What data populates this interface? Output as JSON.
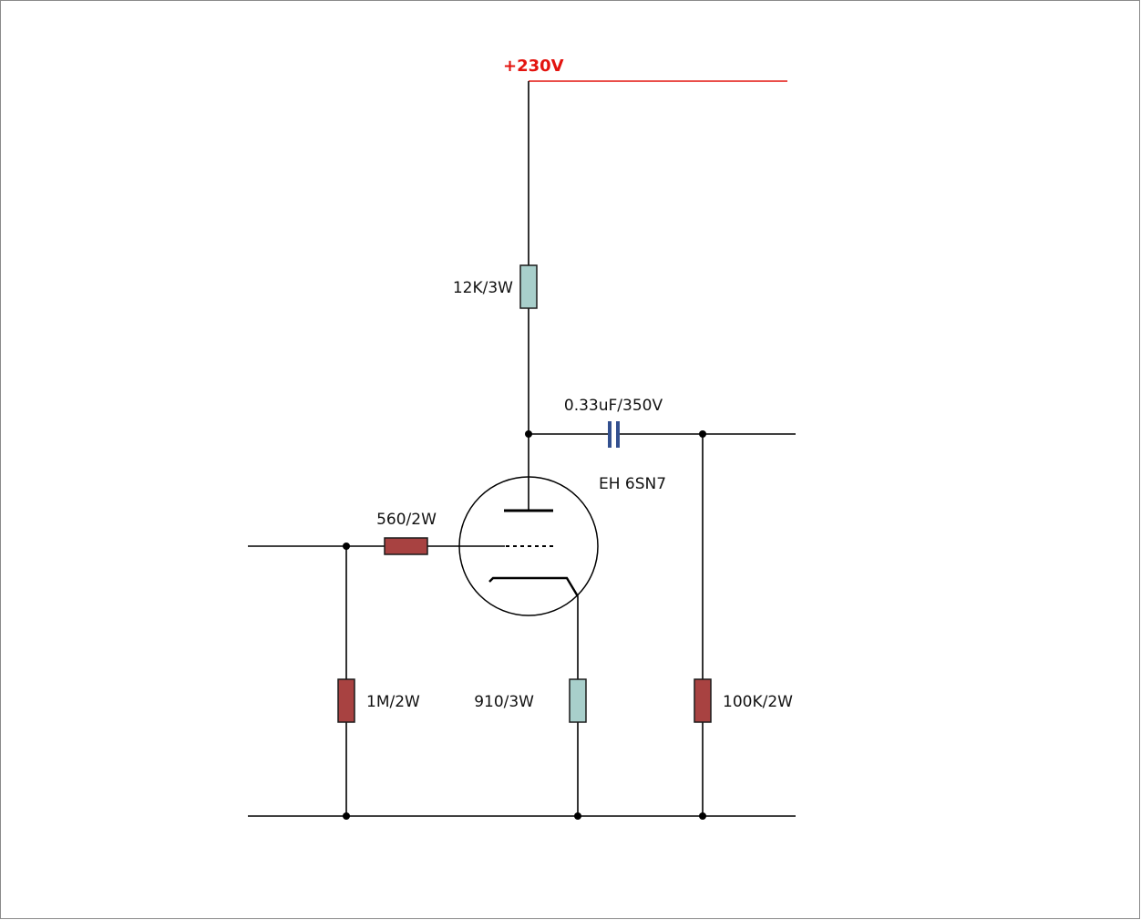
{
  "schematic": {
    "supply_label": "+230V",
    "tube_label": "EH 6SN7",
    "components": {
      "plate_resistor": "12K/3W",
      "coupling_capacitor": "0.33uF/350V",
      "grid_stopper": "560/2W",
      "grid_leak": "1M/2W",
      "cathode_resistor": "910/3W",
      "output_load": "100K/2W"
    },
    "colors": {
      "supply": "#e3140f",
      "resistor_teal": "#a8cfcb",
      "resistor_red": "#a84241",
      "capacitor": "#33508f",
      "wire": "#000000",
      "border": "#8a8a8a"
    }
  }
}
